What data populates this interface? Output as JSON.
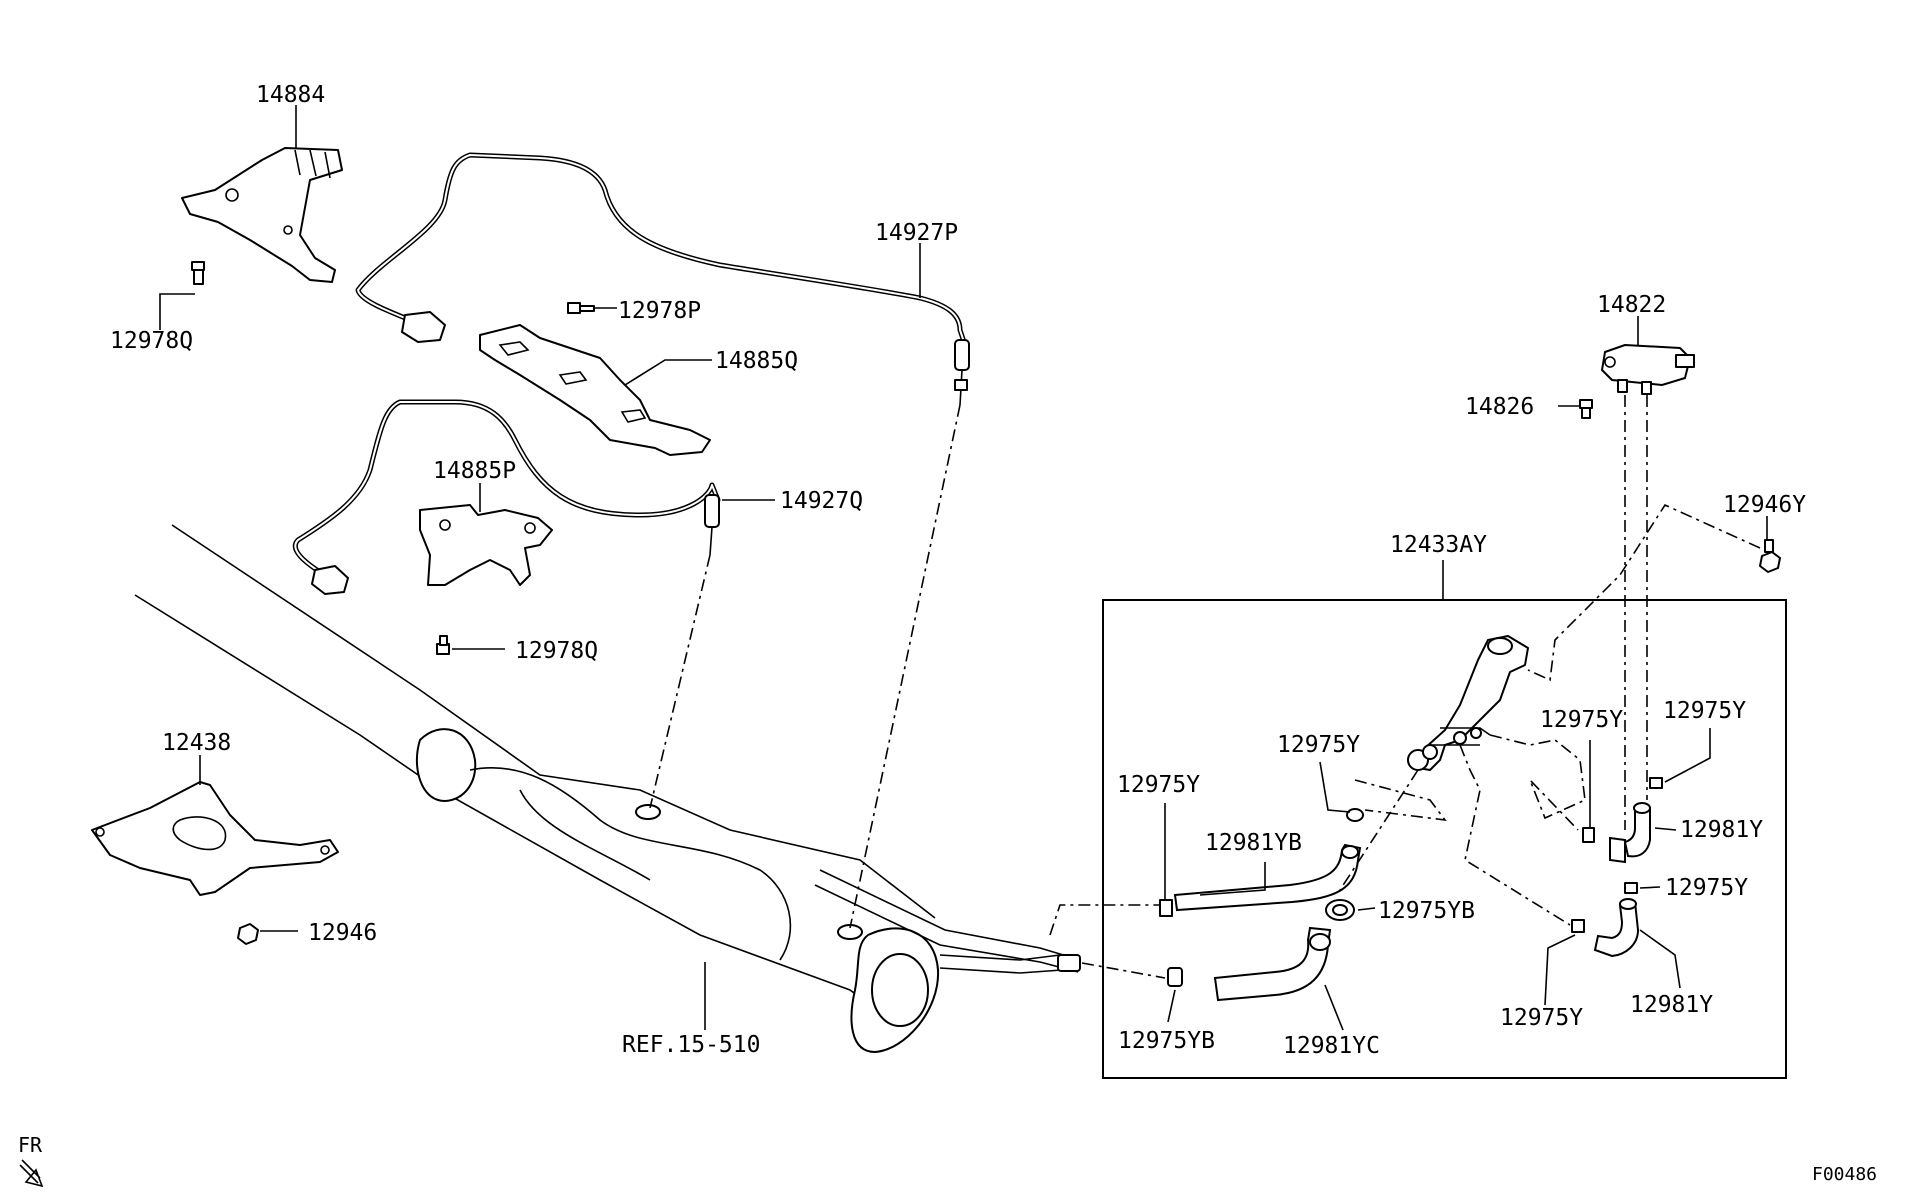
{
  "diagram": {
    "labels": {
      "p14884": "14884",
      "p12978Q_top": "12978Q",
      "p12978P": "12978P",
      "p14885Q": "14885Q",
      "p14927P": "14927P",
      "p14885P": "14885P",
      "p14927Q": "14927Q",
      "p12978Q_mid": "12978Q",
      "p12438": "12438",
      "p12946": "12946",
      "ref": "REF.15-510",
      "p14822": "14822",
      "p14826": "14826",
      "p12946Y": "12946Y",
      "p12433AY": "12433AY",
      "p12975Y_a": "12975Y",
      "p12975Y_b": "12975Y",
      "p12975Y_c": "12975Y",
      "p12975Y_d": "12975Y",
      "p12975Y_e": "12975Y",
      "p12975Y_f": "12975Y",
      "p12981YB": "12981YB",
      "p12975YB_a": "12975YB",
      "p12975YB_b": "12975YB",
      "p12981YC": "12981YC",
      "p12981Y_a": "12981Y",
      "p12981Y_b": "12981Y",
      "fr": "FR",
      "code": "F00486"
    }
  }
}
